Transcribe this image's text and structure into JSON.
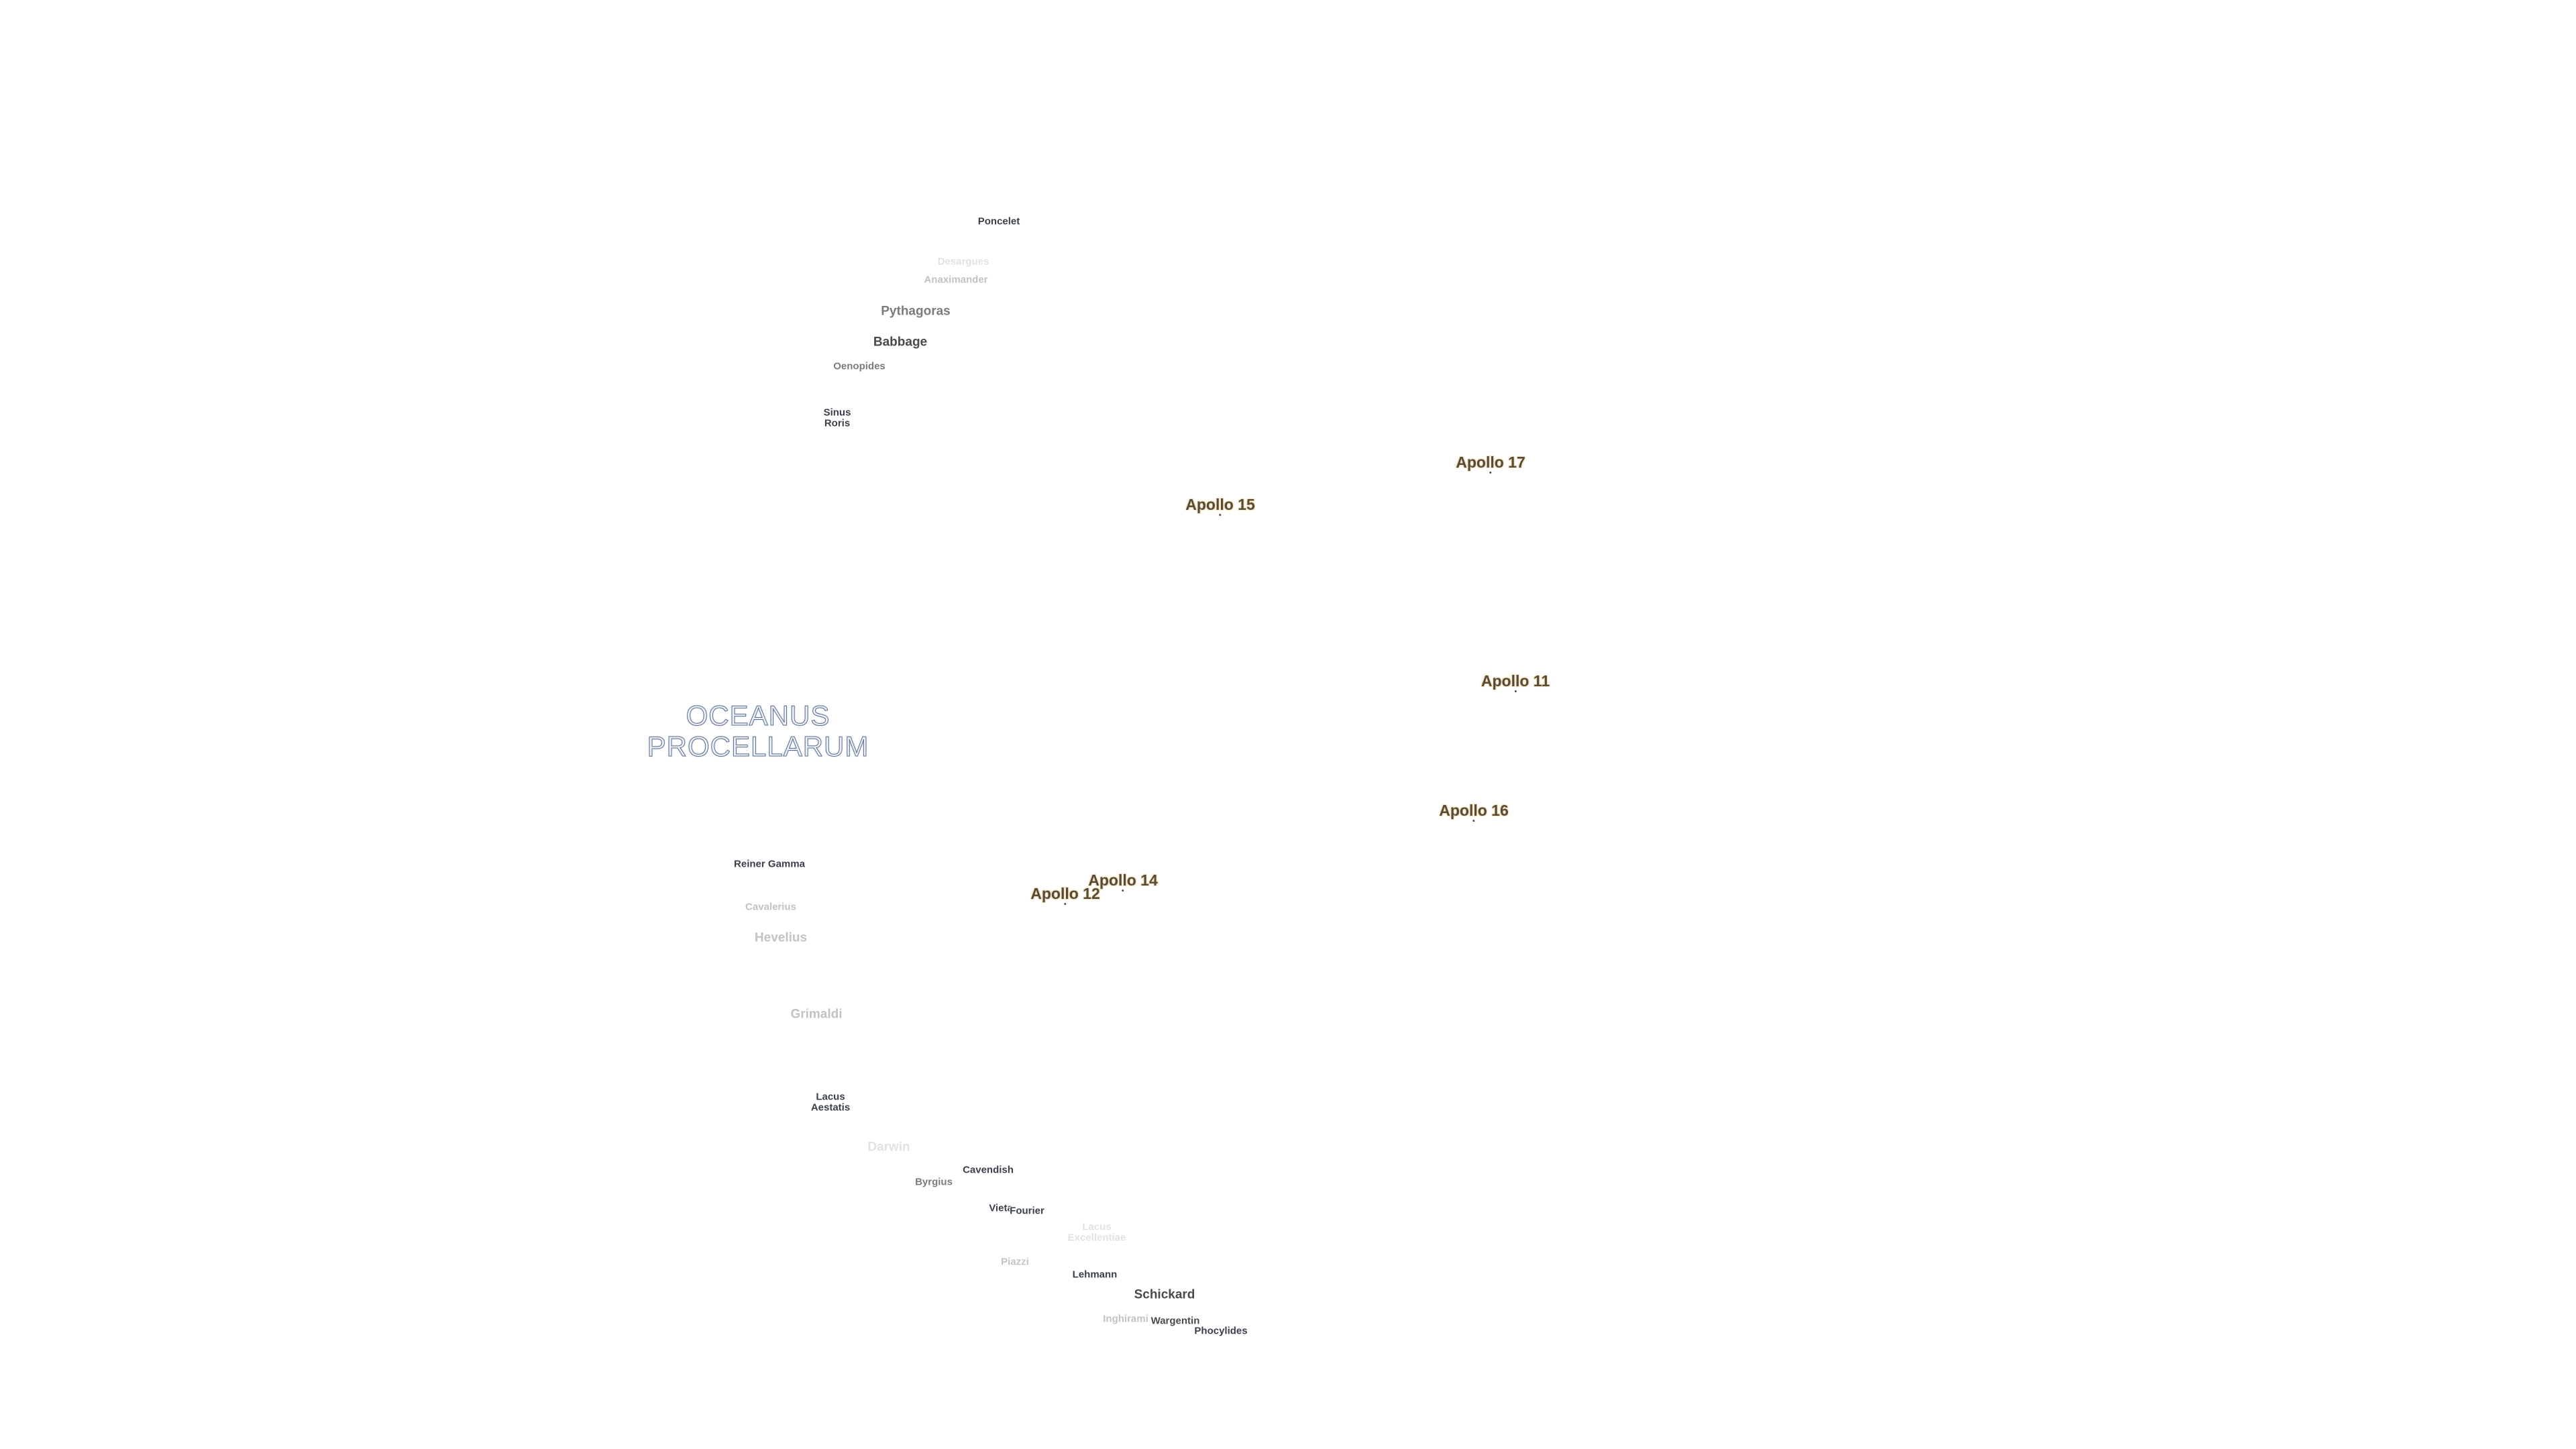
{
  "map": {
    "mare_labels": [
      {
        "name": "OCEANUS\nPROCELLARUM"
      }
    ],
    "apollo_sites": [
      {
        "name": "Apollo 17"
      },
      {
        "name": "Apollo 15"
      },
      {
        "name": "Apollo 11"
      },
      {
        "name": "Apollo 16"
      },
      {
        "name": "Apollo 14"
      },
      {
        "name": "Apollo 12"
      }
    ],
    "craters": [
      {
        "name": "Poncelet"
      },
      {
        "name": "Anaximander"
      },
      {
        "name": "Pythagoras"
      },
      {
        "name": "Babbage"
      },
      {
        "name": "Oenopides"
      },
      {
        "name": "Sinus\nRoris"
      },
      {
        "name": "Reiner Gamma"
      },
      {
        "name": "Cavalerius"
      },
      {
        "name": "Hevelius"
      },
      {
        "name": "Grimaldi"
      },
      {
        "name": "Lacus\nAestatis"
      },
      {
        "name": "Darwin"
      },
      {
        "name": "Cavendish"
      },
      {
        "name": "Byrgius"
      },
      {
        "name": "Vieta"
      },
      {
        "name": "Fourier"
      },
      {
        "name": "Lacus\nExcellentiae"
      },
      {
        "name": "Piazzi"
      },
      {
        "name": "Lehmann"
      },
      {
        "name": "Schickard"
      },
      {
        "name": "Inghirami"
      },
      {
        "name": "Wargentin"
      },
      {
        "name": "Phocylides"
      },
      {
        "name": "Desargues"
      }
    ]
  },
  "colors": {
    "background": "#ffffff",
    "apollo_text": "#5a4a33",
    "apollo_halo": "#f1e3c6",
    "mare_outline": "#5b6f8e",
    "crater_text": "#4a4a4a"
  }
}
